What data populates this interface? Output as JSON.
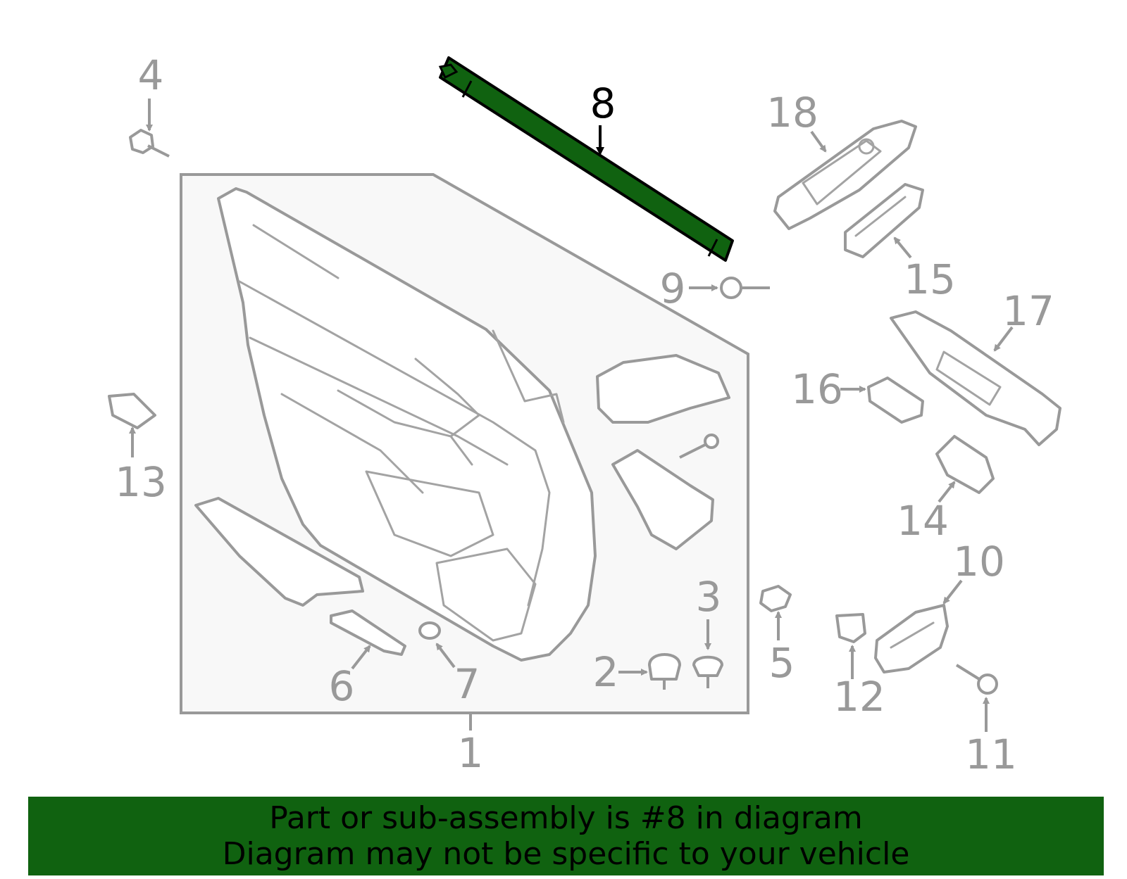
{
  "callouts": [
    "1",
    "2",
    "3",
    "4",
    "5",
    "6",
    "7",
    "8",
    "9",
    "10",
    "11",
    "12",
    "13",
    "14",
    "15",
    "16",
    "17",
    "18"
  ],
  "highlighted_part": "8",
  "colors": {
    "highlight": "#106210",
    "part_stroke": "#999999",
    "panel_fill": "#f8f8f8",
    "label_gray": "#999999"
  },
  "banner": {
    "line1": "Part or sub-assembly is #8 in diagram",
    "line2": "Diagram may not be specific to your vehicle"
  }
}
